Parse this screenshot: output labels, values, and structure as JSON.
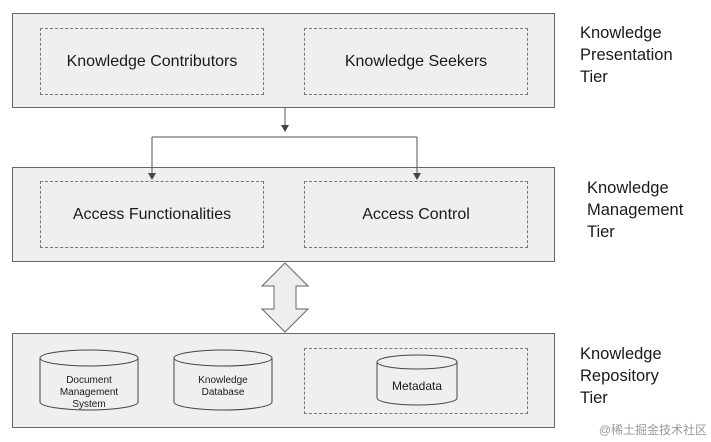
{
  "presentation_tier": {
    "label": "Knowledge\nPresentation\nTier",
    "boxes": [
      "Knowledge Contributors",
      "Knowledge Seekers"
    ]
  },
  "management_tier": {
    "label": "Knowledge\nManagement\nTier",
    "boxes": [
      "Access Functionalities",
      "Access Control"
    ]
  },
  "repository_tier": {
    "label": "Knowledge\nRepository\nTier",
    "stores": [
      "Document\nManagement\nSystem",
      "Knowledge\nDatabase",
      "Metadata"
    ]
  },
  "watermark": "@稀土掘金技术社区"
}
